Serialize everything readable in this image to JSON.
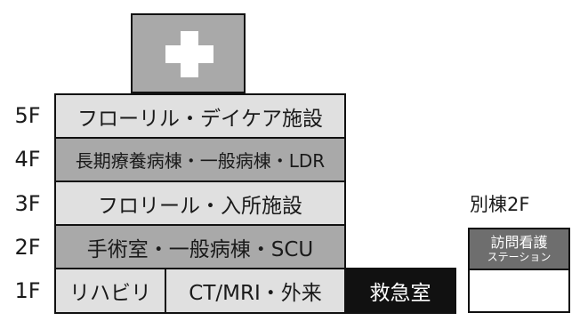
{
  "floors": {
    "f5": "5F",
    "f4": "4F",
    "f3": "3F",
    "f2": "2F",
    "f1": "1F"
  },
  "rooms": {
    "f5_main": "フローリル・デイケア施設",
    "f4_main": "長期療養病棟・一般病棟・LDR",
    "f3_main": "フロリール・入所施設",
    "f2_main": "手術室・一般病棟・SCU",
    "f1_rehab": "リハビリ",
    "f1_ct": "CT/MRI・外来",
    "f1_er": "救急室"
  },
  "annex": {
    "label": "別棟2F",
    "top_line1": "訪問看護",
    "top_line2": "ステーション"
  },
  "colors": {
    "light_gray": "#e0e0e0",
    "mid_gray": "#a9a9a9",
    "dark_gray": "#6e6e6e",
    "black": "#111111",
    "cross": "#ffffff"
  }
}
